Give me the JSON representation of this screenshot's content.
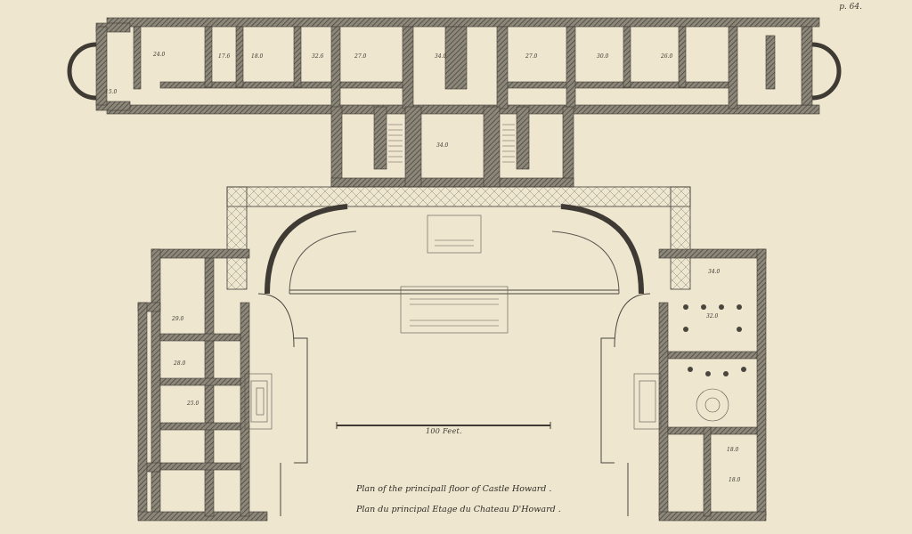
{
  "page_number": "p. 64.",
  "scale_label": "100 Feet.",
  "caption_en": "Plan of the principall floor of Castle Howard .",
  "caption_fr": "Plan du principal Etage du Chateau D'Howard .",
  "room_labels": [
    "24.0",
    "17.6",
    "18.0",
    "32.6",
    "27.0",
    "34.0",
    "27.0",
    "30.0",
    "26.0",
    "15.0",
    "34.0",
    "29.0",
    "28.0",
    "25.0",
    "34.0",
    "32.0",
    "18.0",
    "18.0"
  ],
  "colors": {
    "paper": "#efe6d0",
    "ink": "#4a463e",
    "hatch": "#6b665b"
  }
}
